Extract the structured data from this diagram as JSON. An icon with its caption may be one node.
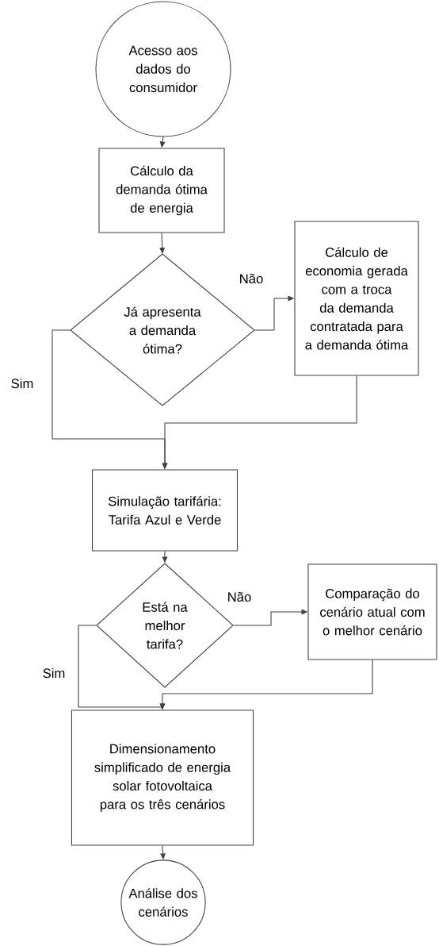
{
  "diagram": {
    "nodes": [
      {
        "text": [
          "Acesso aos dados do consumidor"
        ]
      },
      {
        "text": [
          "Cálculo da demanda ótima de energia"
        ]
      },
      {
        "text": [
          "Já apresenta a demanda ótima?"
        ]
      },
      {
        "text": [
          "Cálculo de economia gerada com a troca da demanda contratada para a demanda ótima"
        ]
      },
      {
        "text": [
          "Simulação tarifária: Tarifa Azul e Verde"
        ]
      },
      {
        "text": [
          "Está na melhor tarifa?"
        ]
      },
      {
        "text": [
          "Comparação do cenário atual com o melhor cenário"
        ]
      },
      {
        "text": [
          "Dimensionamento simplificado de energia solar fotovoltaica para os três cenários"
        ]
      },
      {
        "text": [
          "Análise dos cenários"
        ]
      }
    ],
    "edges": [
      {
        "from": 0,
        "to": 1,
        "arrow": "to"
      },
      {
        "from": 1,
        "to": 2,
        "arrow": "to"
      },
      {
        "from": 2,
        "to": 3,
        "arrow": "to",
        "label": "Não"
      },
      {
        "from": 2,
        "to": 4,
        "arrow": "to",
        "label": "Sim"
      },
      {
        "from": 3,
        "to": 4,
        "arrow": "to"
      },
      {
        "from": 4,
        "to": 5,
        "arrow": "to"
      },
      {
        "from": 5,
        "to": 6,
        "arrow": "to",
        "label": "Não"
      },
      {
        "from": 5,
        "to": 7,
        "arrow": "to",
        "label": "Sim"
      },
      {
        "from": 6,
        "to": 7,
        "arrow": "to"
      },
      {
        "from": 7,
        "to": 8,
        "arrow": "to"
      }
    ]
  }
}
